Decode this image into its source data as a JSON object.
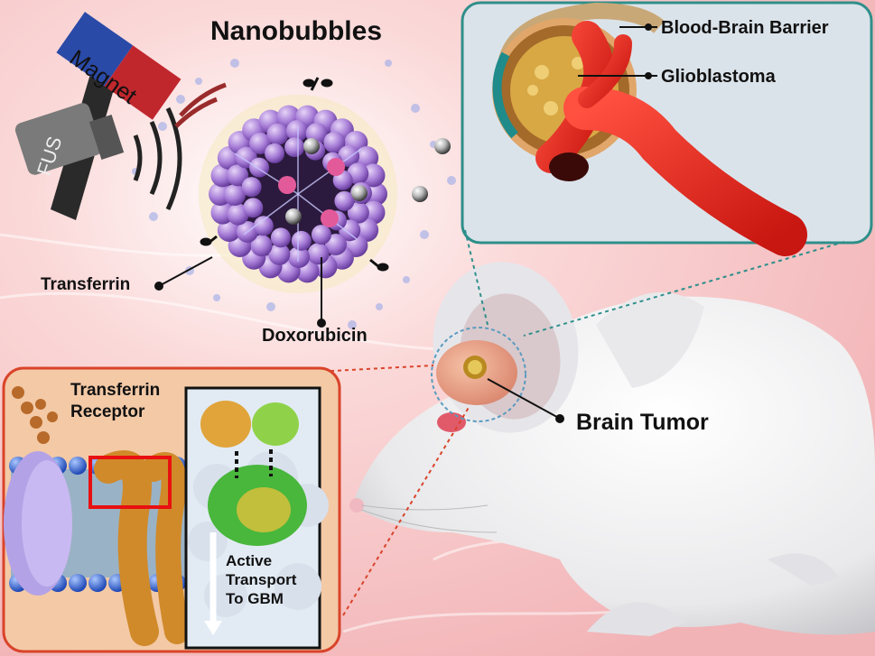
{
  "labels": {
    "nanobubbles": "Nanobubbles",
    "magnet": "Magnet",
    "fus": "FUS",
    "blood_brain_barrier": "Blood-Brain Barrier",
    "glioblastoma": "Glioblastoma",
    "transferrin": "Transferrin",
    "doxorubicin": "Doxorubicin",
    "brain_tumor": "Brain Tumor",
    "transferrin_receptor_line1": "Transferrin",
    "transferrin_receptor_line2": "Receptor",
    "active_transport_line1": "Active",
    "active_transport_line2": "Transport",
    "active_transport_line3": "To GBM"
  },
  "colors": {
    "background": "#f7c9c9",
    "nanobubble": "#a57bd6",
    "inset_border_teal": "#2f8f8a",
    "inset_border_red": "#d9442a",
    "vessel": "#e8231e",
    "magnet_red": "#c0272d",
    "magnet_blue": "#2a4aa8"
  }
}
